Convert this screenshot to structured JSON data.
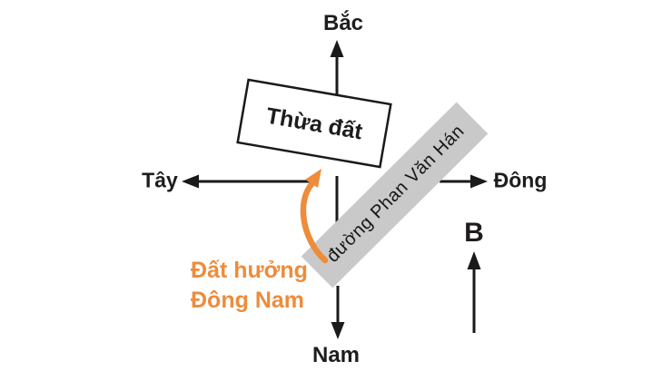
{
  "compass": {
    "north": "Bắc",
    "west": "Tây",
    "east": "Đông",
    "south": "Nam"
  },
  "plot": {
    "label": "Thừa đất"
  },
  "road": {
    "label": "đường Phan Văn Hán"
  },
  "orientation_note": {
    "line1": "Đất hưởng",
    "line2": "Đông Nam"
  },
  "north_indicator": {
    "label": "B"
  },
  "colors": {
    "ink": "#1F1C1E",
    "accent_orange": "#ED8C3B",
    "road_gray": "#C9C9C9",
    "background": "#FFFFFF"
  },
  "icons": {
    "north_arrow": "arrow-up-icon",
    "south_arrow": "arrow-down-icon",
    "west_arrow": "arrow-left-icon",
    "east_arrow": "arrow-right-icon",
    "b_north_arrow": "arrow-up-icon",
    "facing_direction_arrow": "curved-arrow-icon"
  }
}
